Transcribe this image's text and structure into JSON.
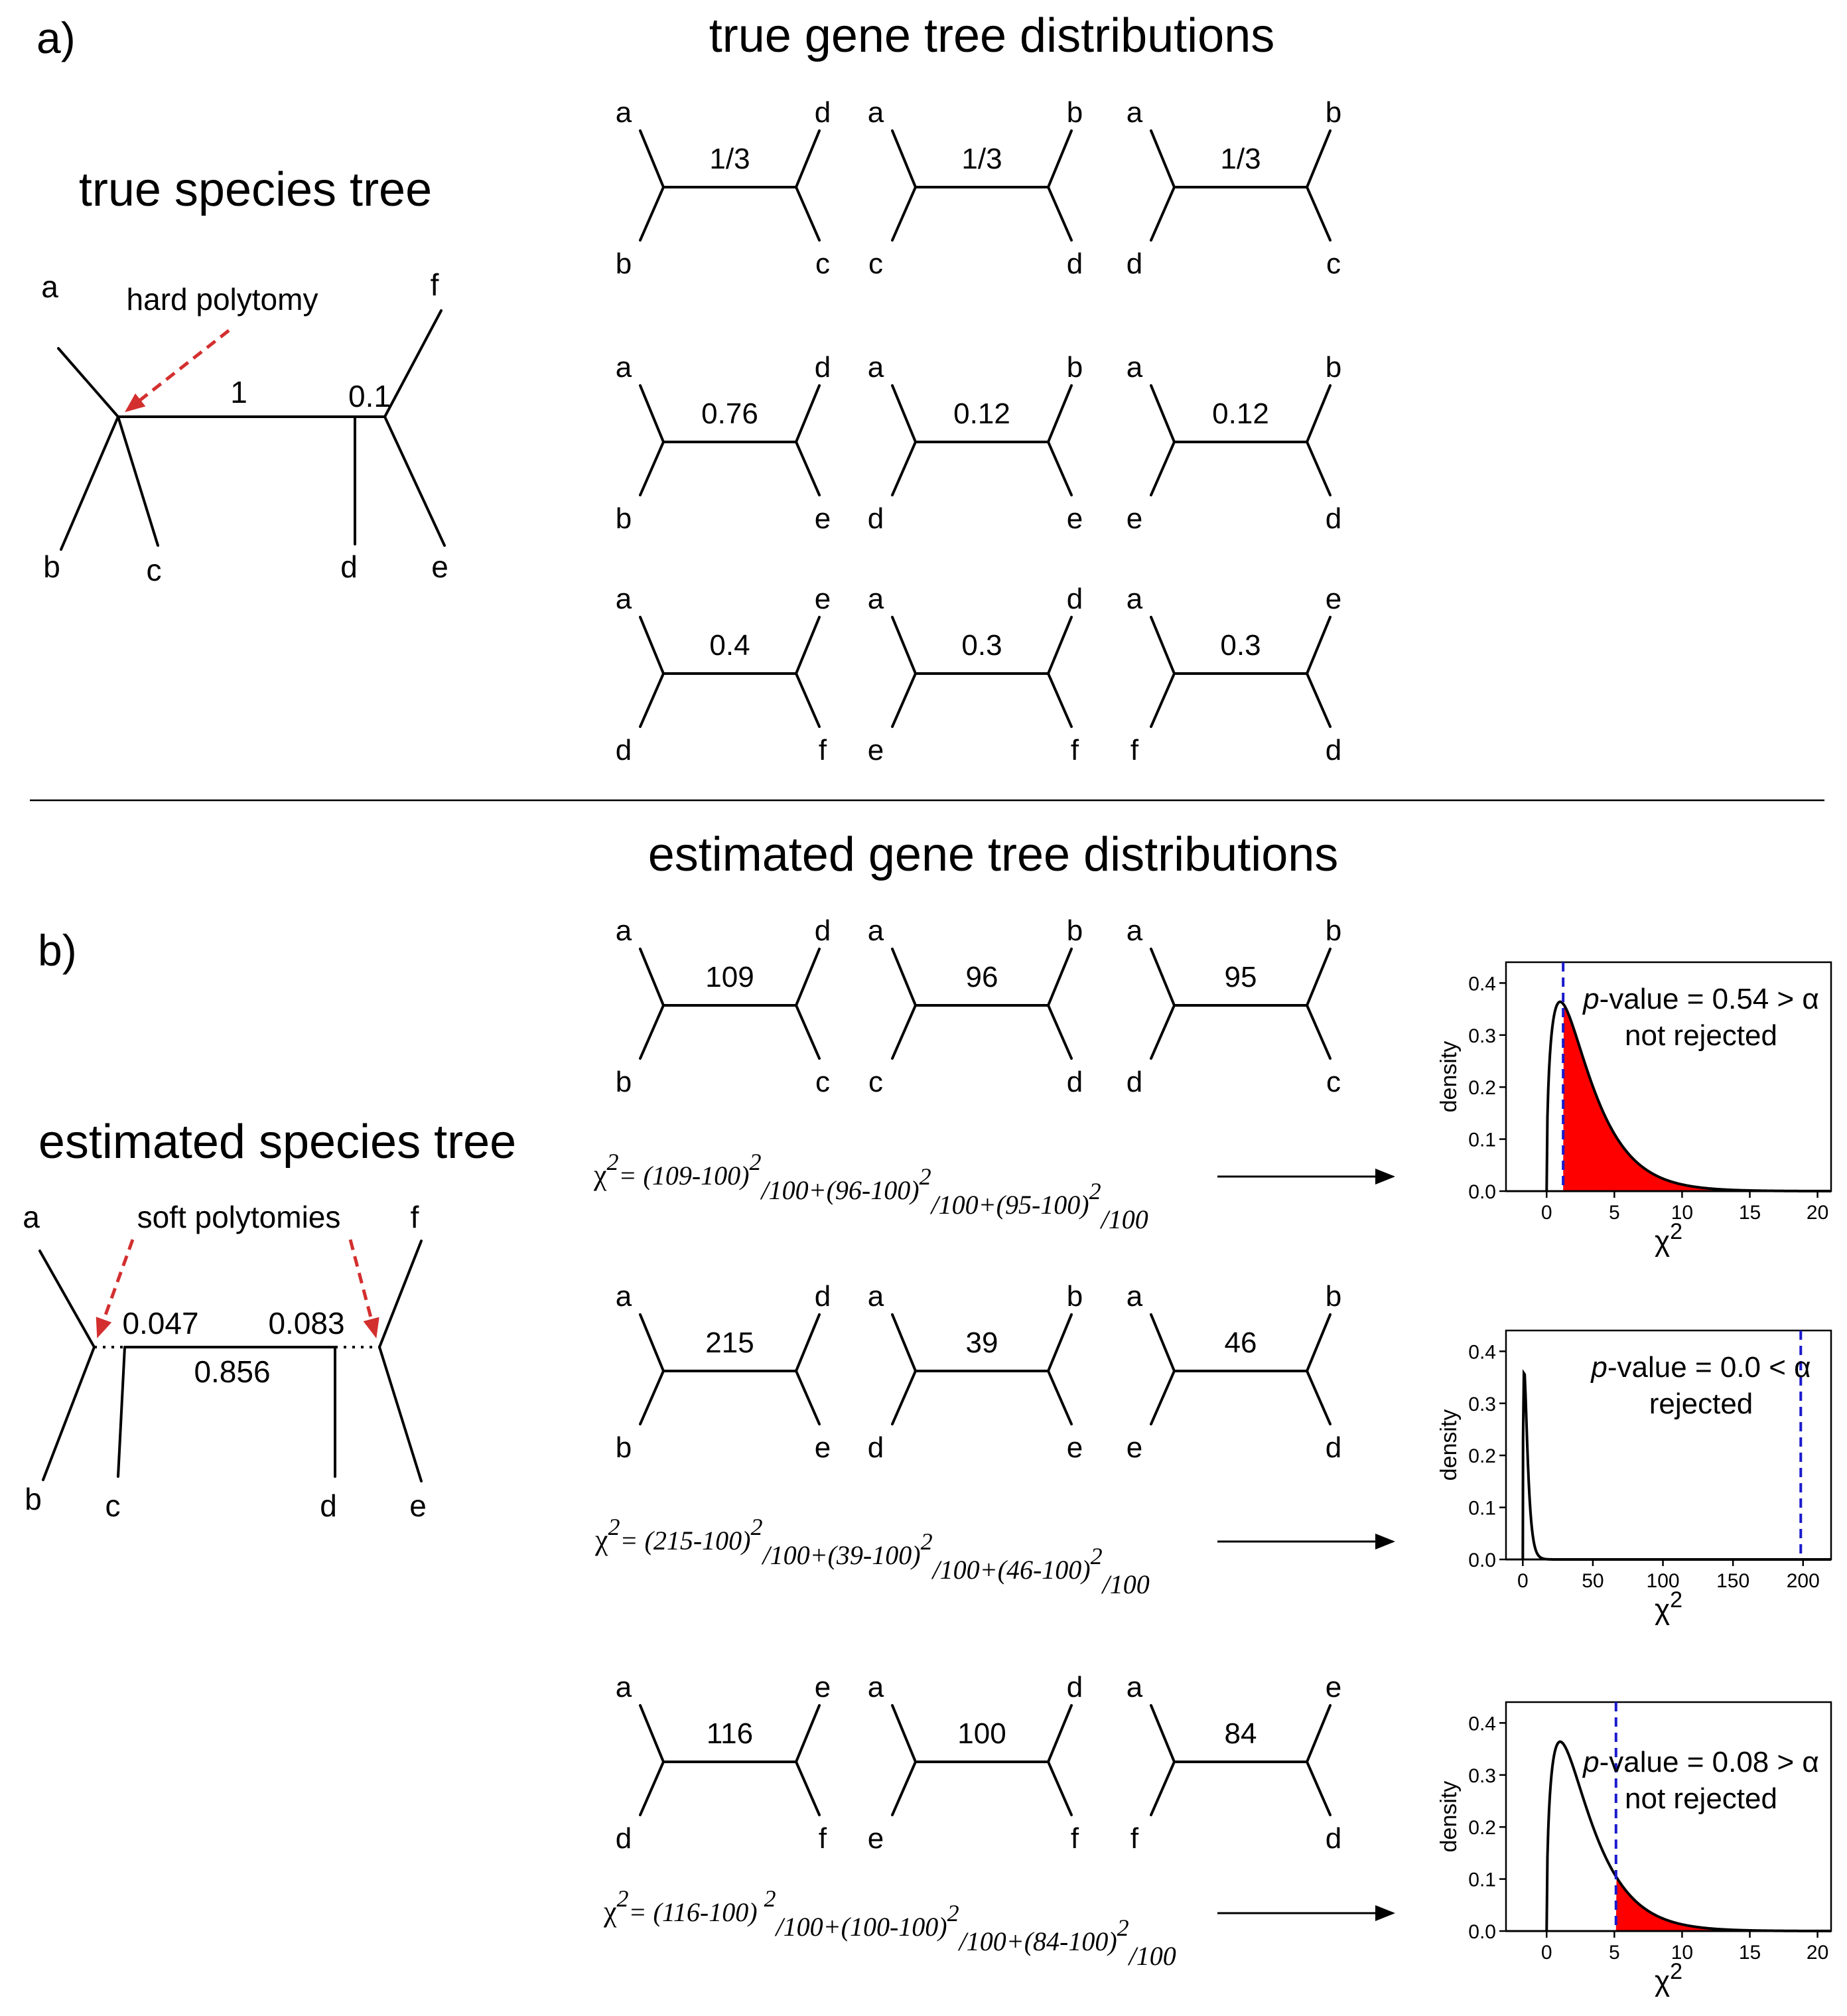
{
  "colors": {
    "arrow_red": "#d32f2f",
    "fill_red": "#ff0000",
    "vline_blue": "#1a1acc",
    "line": "#000000"
  },
  "panel_a": {
    "label": "a)",
    "title": "true gene tree distributions",
    "species_title": "true species tree",
    "species_tree": {
      "leaves": {
        "a": "a",
        "b": "b",
        "c": "c",
        "d": "d",
        "e": "e",
        "f": "f"
      },
      "annotation": "hard polytomy",
      "branch_len_1": "1",
      "branch_len_2": "0.1"
    },
    "gene_tree_rows": [
      [
        {
          "tl": "a",
          "bl": "b",
          "tr": "d",
          "br": "c",
          "val": "1/3"
        },
        {
          "tl": "a",
          "bl": "c",
          "tr": "b",
          "br": "d",
          "val": "1/3"
        },
        {
          "tl": "a",
          "bl": "d",
          "tr": "b",
          "br": "c",
          "val": "1/3"
        }
      ],
      [
        {
          "tl": "a",
          "bl": "b",
          "tr": "d",
          "br": "e",
          "val": "0.76"
        },
        {
          "tl": "a",
          "bl": "d",
          "tr": "b",
          "br": "e",
          "val": "0.12"
        },
        {
          "tl": "a",
          "bl": "e",
          "tr": "b",
          "br": "d",
          "val": "0.12"
        }
      ],
      [
        {
          "tl": "a",
          "bl": "d",
          "tr": "e",
          "br": "f",
          "val": "0.4"
        },
        {
          "tl": "a",
          "bl": "e",
          "tr": "d",
          "br": "f",
          "val": "0.3"
        },
        {
          "tl": "a",
          "bl": "f",
          "tr": "e",
          "br": "d",
          "val": "0.3"
        }
      ]
    ]
  },
  "panel_b": {
    "label": "b)",
    "title": "estimated gene tree distributions",
    "species_title": "estimated species tree",
    "species_tree": {
      "leaves": {
        "a": "a",
        "b": "b",
        "c": "c",
        "d": "d",
        "e": "e",
        "f": "f"
      },
      "annotation": "soft polytomies",
      "len_left": "0.047",
      "len_right": "0.083",
      "len_mid": "0.856"
    },
    "gene_tree_rows": [
      [
        {
          "tl": "a",
          "bl": "b",
          "tr": "d",
          "br": "c",
          "val": "109"
        },
        {
          "tl": "a",
          "bl": "c",
          "tr": "b",
          "br": "d",
          "val": "96"
        },
        {
          "tl": "a",
          "bl": "d",
          "tr": "b",
          "br": "c",
          "val": "95"
        }
      ],
      [
        {
          "tl": "a",
          "bl": "b",
          "tr": "d",
          "br": "e",
          "val": "215"
        },
        {
          "tl": "a",
          "bl": "d",
          "tr": "b",
          "br": "e",
          "val": "39"
        },
        {
          "tl": "a",
          "bl": "e",
          "tr": "b",
          "br": "d",
          "val": "46"
        }
      ],
      [
        {
          "tl": "a",
          "bl": "d",
          "tr": "e",
          "br": "f",
          "val": "116"
        },
        {
          "tl": "a",
          "bl": "e",
          "tr": "d",
          "br": "f",
          "val": "100"
        },
        {
          "tl": "a",
          "bl": "f",
          "tr": "e",
          "br": "d",
          "val": "84"
        }
      ]
    ],
    "chi_symbol": "χ",
    "formulas": [
      {
        "terms": [
          {
            "text": "= (109-100)",
            "sup": "2"
          },
          {
            "text": "/100+(96-100)",
            "sup": "2"
          },
          {
            "text": "/100+(95-100)",
            "sup": "2"
          },
          {
            "text": "/100"
          }
        ]
      },
      {
        "terms": [
          {
            "text": "= (215-100)",
            "sup": "2"
          },
          {
            "text": "/100+(39-100)",
            "sup": "2"
          },
          {
            "text": "/100+(46-100)",
            "sup": "2"
          },
          {
            "text": "/100"
          }
        ]
      },
      {
        "terms": [
          {
            "text": "= (116-100) ",
            "sup": "2"
          },
          {
            "text": "/100+(100-100)",
            "sup": "2"
          },
          {
            "text": "/100+(84-100)",
            "sup": "2"
          },
          {
            "text": "/100"
          }
        ]
      }
    ],
    "density_plots": [
      {
        "ylabel": "density",
        "xlabel_base": "χ",
        "xlabel_sup": "2",
        "pval_prefix": "p",
        "pval_text": "-value = 0.54 > α",
        "decision": "not rejected",
        "xlim": [
          -3,
          21
        ],
        "ylim": [
          0,
          0.44
        ],
        "xticks": [
          0,
          5,
          10,
          15,
          20
        ],
        "yticks": [
          "0.0",
          "0.1",
          "0.2",
          "0.3",
          "0.4"
        ],
        "df": 2,
        "chi2_stat": 1.22,
        "shade_right": true
      },
      {
        "ylabel": "density",
        "xlabel_base": "χ",
        "xlabel_sup": "2",
        "pval_prefix": "p",
        "pval_text": "-value = 0.0 < α",
        "decision": "rejected",
        "xlim": [
          -12,
          220
        ],
        "ylim": [
          0,
          0.44
        ],
        "xticks": [
          0,
          50,
          100,
          150,
          200
        ],
        "yticks": [
          "0.0",
          "0.1",
          "0.2",
          "0.3",
          "0.4"
        ],
        "df": 2,
        "chi2_stat": 198.36,
        "shade_right": false
      },
      {
        "ylabel": "density",
        "xlabel_base": "χ",
        "xlabel_sup": "2",
        "pval_prefix": "p",
        "pval_text": "-value = 0.08 > α",
        "decision": "not rejected",
        "xlim": [
          -3,
          21
        ],
        "ylim": [
          0,
          0.44
        ],
        "xticks": [
          0,
          5,
          10,
          15,
          20
        ],
        "yticks": [
          "0.0",
          "0.1",
          "0.2",
          "0.3",
          "0.4"
        ],
        "df": 2,
        "chi2_stat": 5.12,
        "shade_right": true
      }
    ]
  }
}
